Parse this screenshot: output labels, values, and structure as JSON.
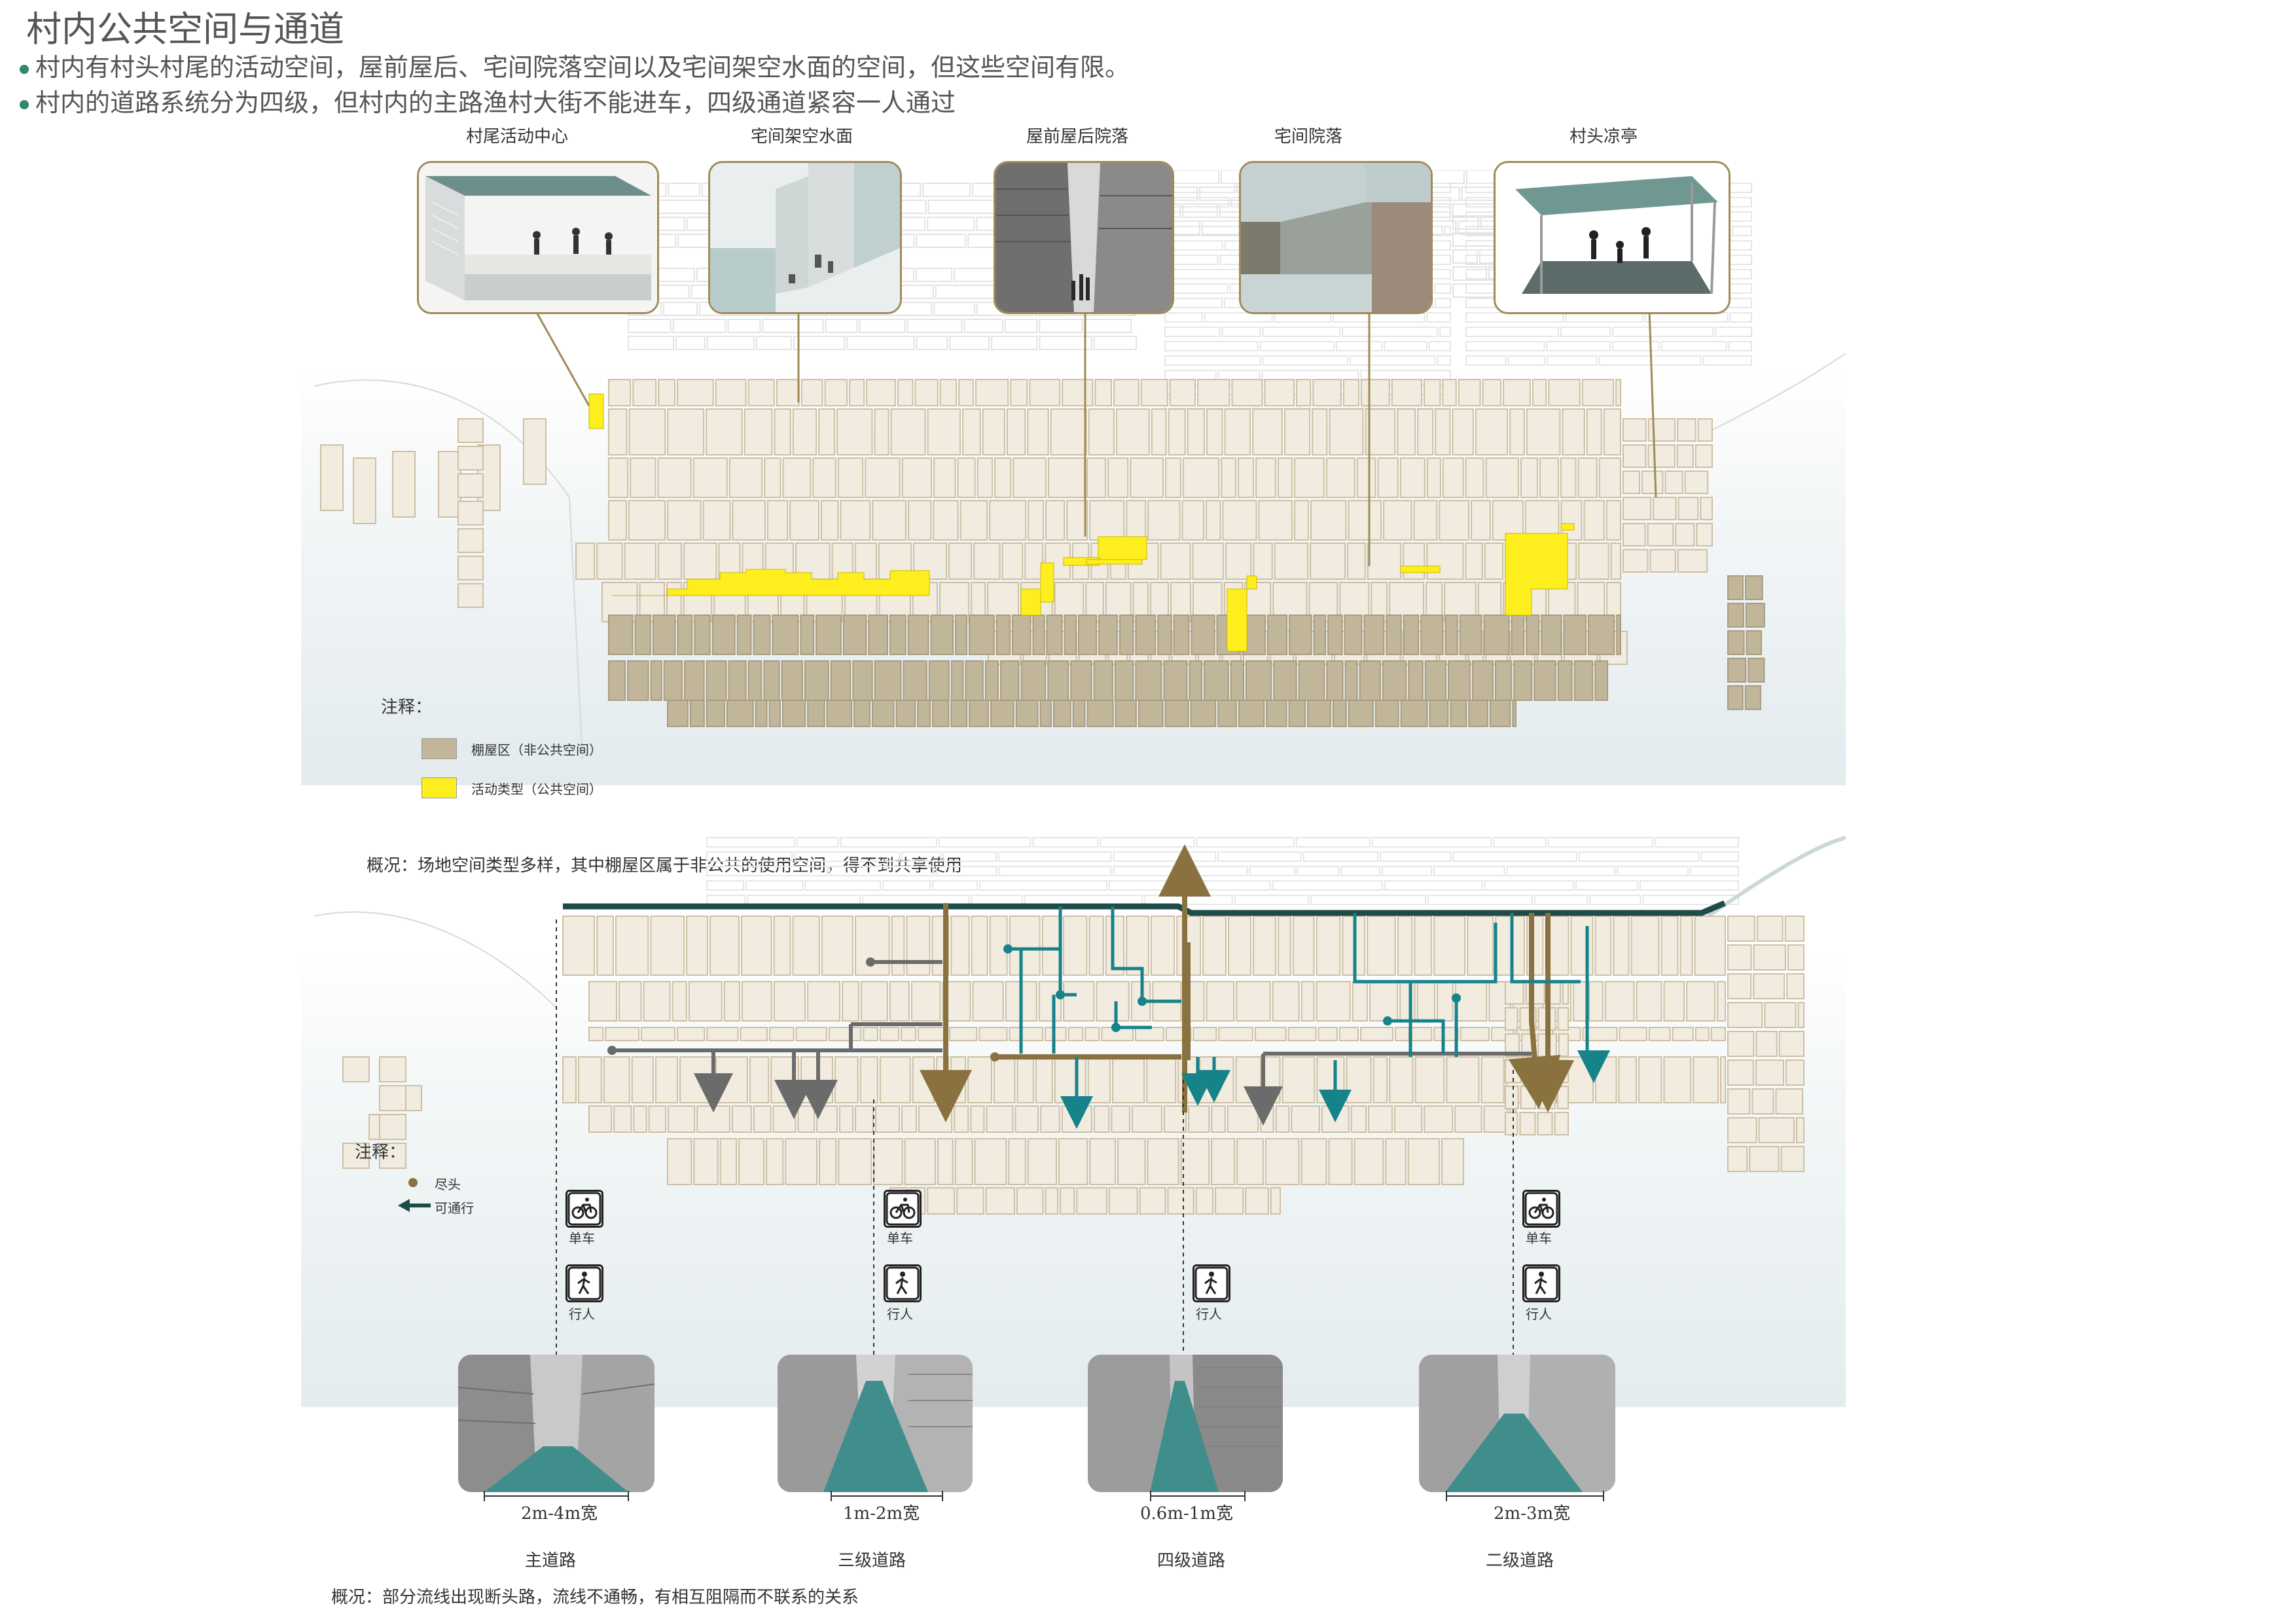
{
  "title": "村内公共空间与通道",
  "bullets": [
    "村内有村头村尾的活动空间，屋前屋后、宅间院落空间以及宅间架空水面的空间，但这些空间有限。",
    "村内的道路系统分为四级，但村内的主路渔村大街不能进车，四级通道紧容一人通过"
  ],
  "top_section": {
    "cards": [
      {
        "label": "村尾活动中心",
        "icon": "pavilion-render"
      },
      {
        "label": "宅间架空水面",
        "icon": "stilt-water-render"
      },
      {
        "label": "屋前屋后院落",
        "icon": "alley-photo"
      },
      {
        "label": "宅间院落",
        "icon": "courtyard-render"
      },
      {
        "label": "村头凉亭",
        "icon": "pavilion-render"
      }
    ],
    "legend_title": "注释：",
    "legend": [
      {
        "label": "棚屋区（非公共空间）",
        "color": "#c2b69a"
      },
      {
        "label": "活动类型（公共空间）",
        "color": "#ffee1e"
      }
    ],
    "summary": "概况：场地空间类型多样，其中棚屋区属于非公共的使用空间，得不到共享使用"
  },
  "bottom_section": {
    "legend_title": "注释：",
    "legend": [
      {
        "label": "尽头",
        "icon": "dot-icon",
        "color": "#8a7240"
      },
      {
        "label": "可通行",
        "icon": "arrow-icon",
        "color": "#1f4b4b"
      }
    ],
    "mode_labels": {
      "bike": "单车",
      "walk": "行人"
    },
    "roads": [
      {
        "width_label": "2m-4m宽",
        "name": "主道路",
        "bike": true
      },
      {
        "width_label": "1m-2m宽",
        "name": "三级道路",
        "bike": true
      },
      {
        "width_label": "0.6m-1m宽",
        "name": "四级道路",
        "bike": false
      },
      {
        "width_label": "2m-3m宽",
        "name": "二级道路",
        "bike": true
      }
    ],
    "summary": "概况：部分流线出现断头路，流线不通畅，有相互阻隔而不联系的关系"
  },
  "colors": {
    "building": "#f1ecdf",
    "shed": "#c2b69a",
    "public": "#ffee1e",
    "main_road": "#1f4b4b",
    "secondary_road": "#8a7240",
    "tertiary_road": "#6b6b6b",
    "quaternary_road": "#16828a",
    "water": "#e6edef",
    "frame": "#a08a58"
  }
}
